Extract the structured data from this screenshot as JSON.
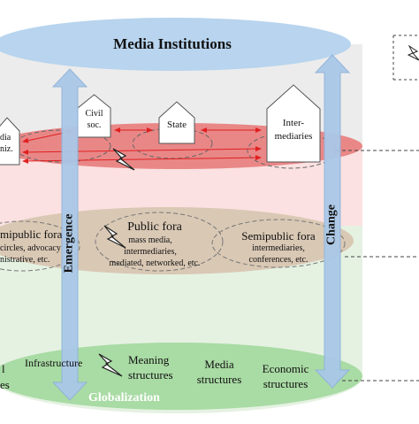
{
  "title": "Media Institutions",
  "arrows": {
    "left": "Emergence",
    "right": "Change"
  },
  "houses": [
    {
      "id": "civil",
      "lines": [
        "Civil",
        "soc."
      ]
    },
    {
      "id": "state",
      "lines": [
        "State"
      ]
    },
    {
      "id": "intermediaries",
      "lines": [
        "Inter-",
        "mediaries"
      ]
    },
    {
      "id": "media-org",
      "lines": [
        "dia",
        "niz."
      ]
    }
  ],
  "fora": {
    "left": [
      "mipublic fora",
      "circles, advocacy",
      "nistrative, etc."
    ],
    "center": {
      "title": "Public fora",
      "lines": [
        "mass media,",
        "intermediaries,",
        "mediated, networked, etc."
      ]
    },
    "right": {
      "title": "Semipublic fora",
      "lines": [
        "intermediaries,",
        "conferences, etc."
      ]
    }
  },
  "structures": {
    "left_cut": [
      "l",
      "es"
    ],
    "infrastructure": "Infrastructure",
    "meaning": [
      "Meaning",
      "structures"
    ],
    "media": [
      "Media",
      "structures"
    ],
    "economic": [
      "Economic",
      "structures"
    ]
  },
  "globalization": "Globalization",
  "colors": {
    "top_layer": "#b8d4ee",
    "red_layer": "#e98787",
    "tan_layer": "#d9c8b4",
    "green_layer": "#a9dba4",
    "arrow": "#aac8e8",
    "red_arrow": "#e02020"
  }
}
